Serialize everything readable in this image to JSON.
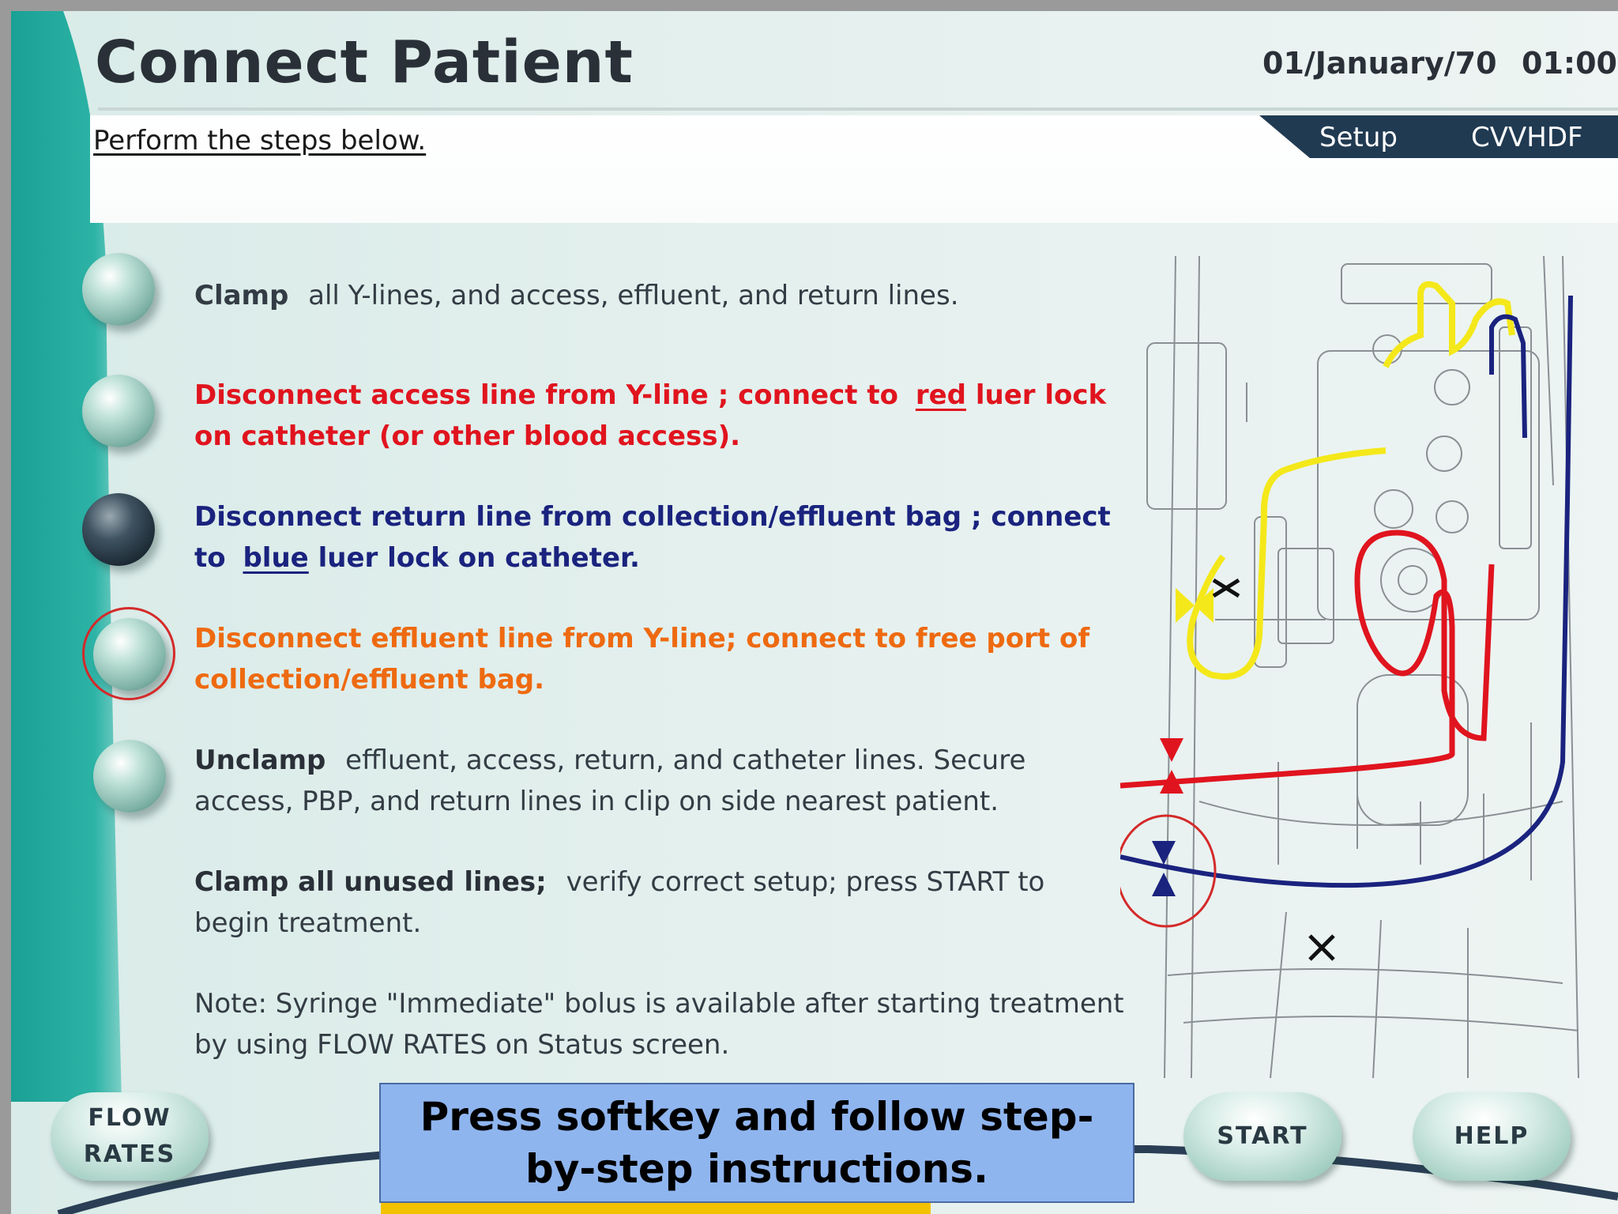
{
  "header": {
    "title": "Connect Patient",
    "date": "01/January/70",
    "time": "01:00",
    "instruction": "Perform the steps below.",
    "mode": "Setup",
    "therapy": "CVVHDF"
  },
  "steps": [
    {
      "lead": "Clamp",
      "text": "all Y-lines, and access, effluent, and return lines."
    },
    {
      "text_a": "Disconnect access line from Y-line ; connect to",
      "link": "red",
      "text_b": "luer lock on catheter (or other blood access)."
    },
    {
      "text_a": "Disconnect return line from collection/effluent bag ; connect to",
      "link": "blue",
      "text_b": "luer lock on catheter."
    },
    {
      "text": "Disconnect effluent line from Y-line; connect to free port of collection/effluent bag."
    },
    {
      "lead": "Unclamp",
      "text": "effluent, access, return, and catheter lines. Secure access, PBP, and return lines in clip on side nearest patient."
    },
    {
      "lead": "Clamp all unused lines;",
      "text": "verify correct setup; press START to begin treatment."
    }
  ],
  "note": "Note: Syringe \"Immediate\" bolus is available after starting treatment by using FLOW RATES on Status screen.",
  "softkeys": {
    "flow_rates": "FLOW\nRATES",
    "start": "START",
    "help": "HELP"
  },
  "callout": "Press softkey and follow step-by-step instructions.",
  "colors": {
    "access_line": "#e0141e",
    "return_line": "#1a237e",
    "effluent_line": "#ee6a10",
    "teal": "#26a79b",
    "header_tab": "#203a52",
    "callout_bg": "#8fb5ef"
  },
  "icons": [
    "bullet-icon",
    "clamp-icon",
    "machine-diagram"
  ]
}
